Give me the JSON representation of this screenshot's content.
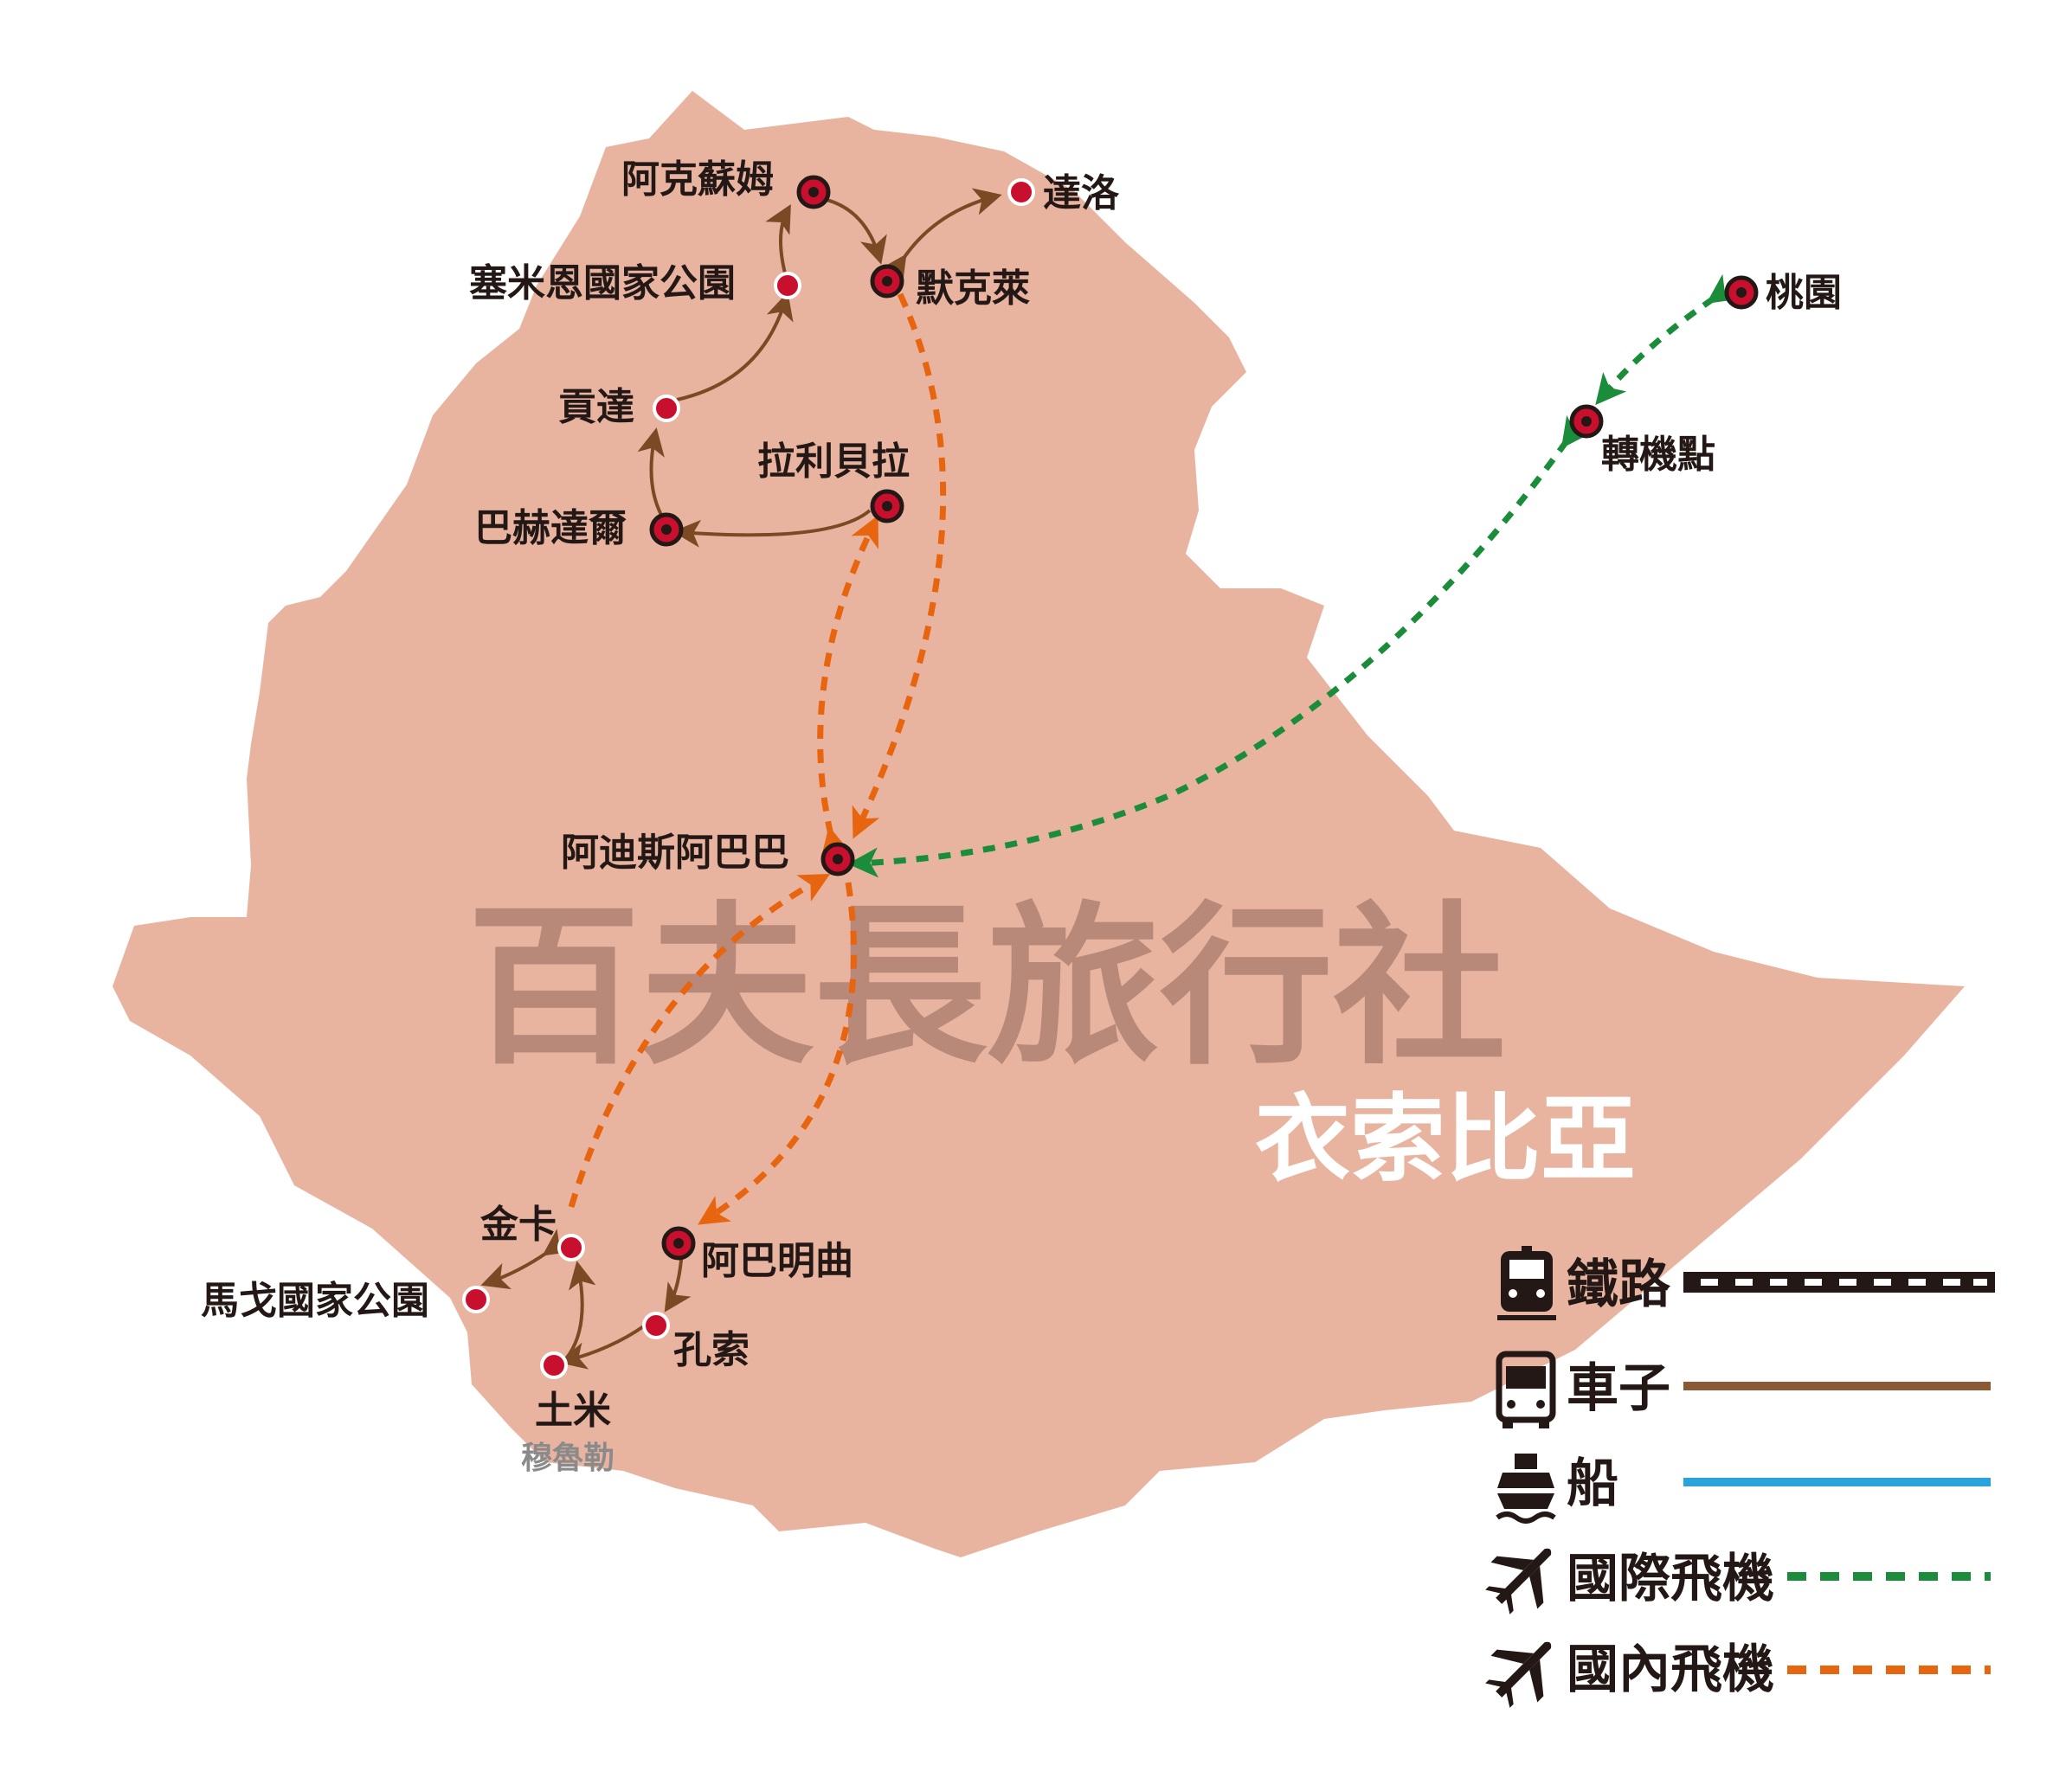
{
  "watermark": "百夫長旅行社",
  "country_name": "衣索比亞",
  "colors": {
    "land": "#e8b4a0",
    "car": "#7b4a25",
    "train": "#231815",
    "boat": "#2aa3dc",
    "intl_flight": "#1a8c3a",
    "domestic_flight": "#e8650f",
    "stop_dot": "#c8102e"
  },
  "cities": [
    {
      "name": "阿克蘇姆",
      "kind": "overnight"
    },
    {
      "name": "達洛",
      "kind": "stop"
    },
    {
      "name": "塞米恩國家公園",
      "kind": "stop"
    },
    {
      "name": "默克萊",
      "kind": "overnight"
    },
    {
      "name": "貢達",
      "kind": "stop"
    },
    {
      "name": "拉利貝拉",
      "kind": "overnight"
    },
    {
      "name": "巴赫達爾",
      "kind": "overnight"
    },
    {
      "name": "阿迪斯阿巴巴",
      "kind": "overnight"
    },
    {
      "name": "金卡",
      "kind": "stop"
    },
    {
      "name": "阿巴明曲",
      "kind": "overnight"
    },
    {
      "name": "馬戈國家公園",
      "kind": "stop"
    },
    {
      "name": "孔索",
      "kind": "stop"
    },
    {
      "name": "土米",
      "kind": "stop"
    },
    {
      "name": "桃園",
      "kind": "overnight"
    },
    {
      "name": "轉機點",
      "kind": "overnight"
    }
  ],
  "sublabel_tumi": "穆魯勒",
  "legend": [
    {
      "label": "鐵路",
      "icon": "train-icon"
    },
    {
      "label": "車子",
      "icon": "bus-icon"
    },
    {
      "label": "船",
      "icon": "ship-icon"
    },
    {
      "label": "國際飛機",
      "icon": "plane-icon"
    },
    {
      "label": "國內飛機",
      "icon": "plane-icon"
    }
  ]
}
